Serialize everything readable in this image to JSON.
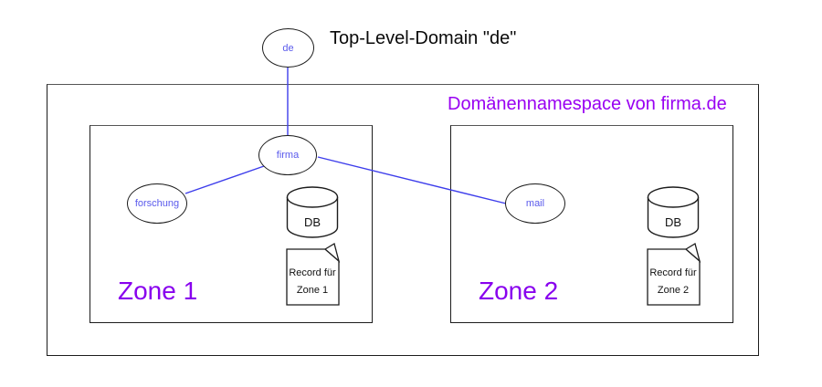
{
  "diagram": {
    "tld_label": "Top-Level-Domain \"de\"",
    "namespace_label": "Domänennamespace von firma.de",
    "nodes": {
      "de": "de",
      "firma": "firma",
      "forschung": "forschung",
      "mail": "mail"
    },
    "zone1": {
      "label": "Zone 1",
      "db_label": "DB",
      "record_line1": "Record für",
      "record_line2": "Zone 1"
    },
    "zone2": {
      "label": "Zone 2",
      "db_label": "DB",
      "record_line1": "Record für",
      "record_line2": "Zone 2"
    },
    "colors": {
      "accent_purple": "#9900f2",
      "node_text_blue": "#5a5aec",
      "edge_blue": "#3d3deb",
      "shape_stroke": "#1c1c1c"
    }
  }
}
